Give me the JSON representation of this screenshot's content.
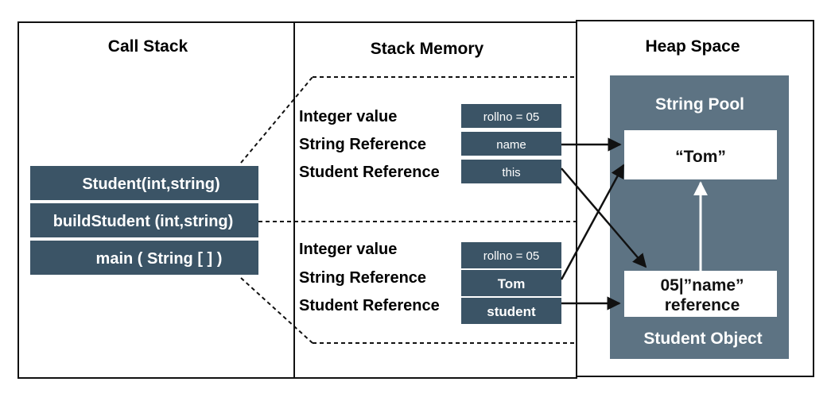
{
  "sections": {
    "call_stack": "Call Stack",
    "stack_memory": "Stack Memory",
    "heap_space": "Heap Space"
  },
  "call_stack_frames": [
    "Student(int,string)",
    "buildStudent (int,string)",
    "main ( String [ ] )"
  ],
  "frame_upper": {
    "labels": [
      "Integer value",
      "String Reference",
      "Student Reference"
    ],
    "cells": [
      "rollno = 05",
      "name",
      "this"
    ]
  },
  "frame_lower": {
    "labels": [
      "Integer value",
      "String Reference",
      "Student Reference"
    ],
    "cells": [
      "rollno = 05",
      "Tom",
      "student"
    ]
  },
  "heap": {
    "string_pool_title": "String Pool",
    "tom_box": "“Tom”",
    "student_box_line1": "05|”name”",
    "student_box_line2": "reference",
    "student_object_title": "Student Object"
  },
  "colors": {
    "slate": "#3b5466",
    "heap_bg": "#5d7383",
    "border": "#111111"
  }
}
